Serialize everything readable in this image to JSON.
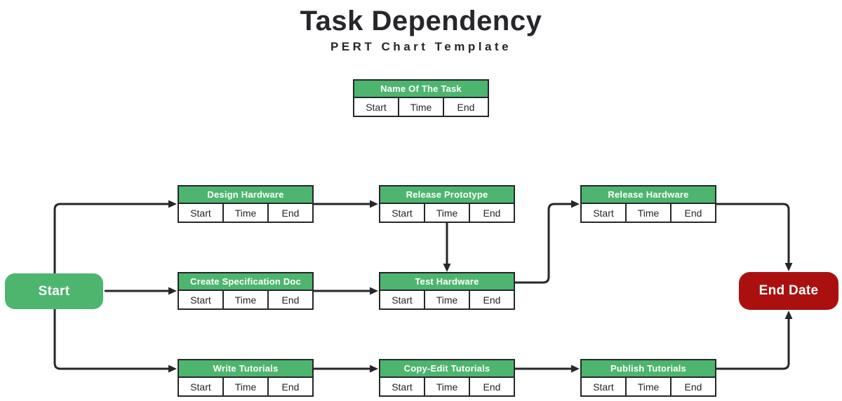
{
  "title": "Task Dependency",
  "subtitle": "PERT Chart Template",
  "colors": {
    "green": "#4db56e",
    "red": "#ab1010",
    "ink": "#26262b",
    "surface": "#ffffff"
  },
  "cell_labels": [
    "Start",
    "Time",
    "End"
  ],
  "legend": {
    "title": "Name Of The Task"
  },
  "start_node": {
    "label": "Start"
  },
  "end_node": {
    "label": "End Date"
  },
  "nodes": [
    {
      "title": "Design Hardware"
    },
    {
      "title": "Release Prototype"
    },
    {
      "title": "Release Hardware"
    },
    {
      "title": "Create Specification Doc"
    },
    {
      "title": "Test Hardware"
    },
    {
      "title": "Write Tutorials"
    },
    {
      "title": "Copy-Edit Tutorials"
    },
    {
      "title": "Publish Tutorials"
    }
  ],
  "edges": [
    {
      "from": "Start",
      "to": "Design Hardware"
    },
    {
      "from": "Start",
      "to": "Create Specification Doc"
    },
    {
      "from": "Start",
      "to": "Write Tutorials"
    },
    {
      "from": "Design Hardware",
      "to": "Release Prototype"
    },
    {
      "from": "Release Prototype",
      "to": "Test Hardware"
    },
    {
      "from": "Create Specification Doc",
      "to": "Test Hardware"
    },
    {
      "from": "Test Hardware",
      "to": "Release Hardware"
    },
    {
      "from": "Release Hardware",
      "to": "End Date"
    },
    {
      "from": "Write Tutorials",
      "to": "Copy-Edit Tutorials"
    },
    {
      "from": "Copy-Edit Tutorials",
      "to": "Publish Tutorials"
    },
    {
      "from": "Publish Tutorials",
      "to": "End Date"
    }
  ]
}
